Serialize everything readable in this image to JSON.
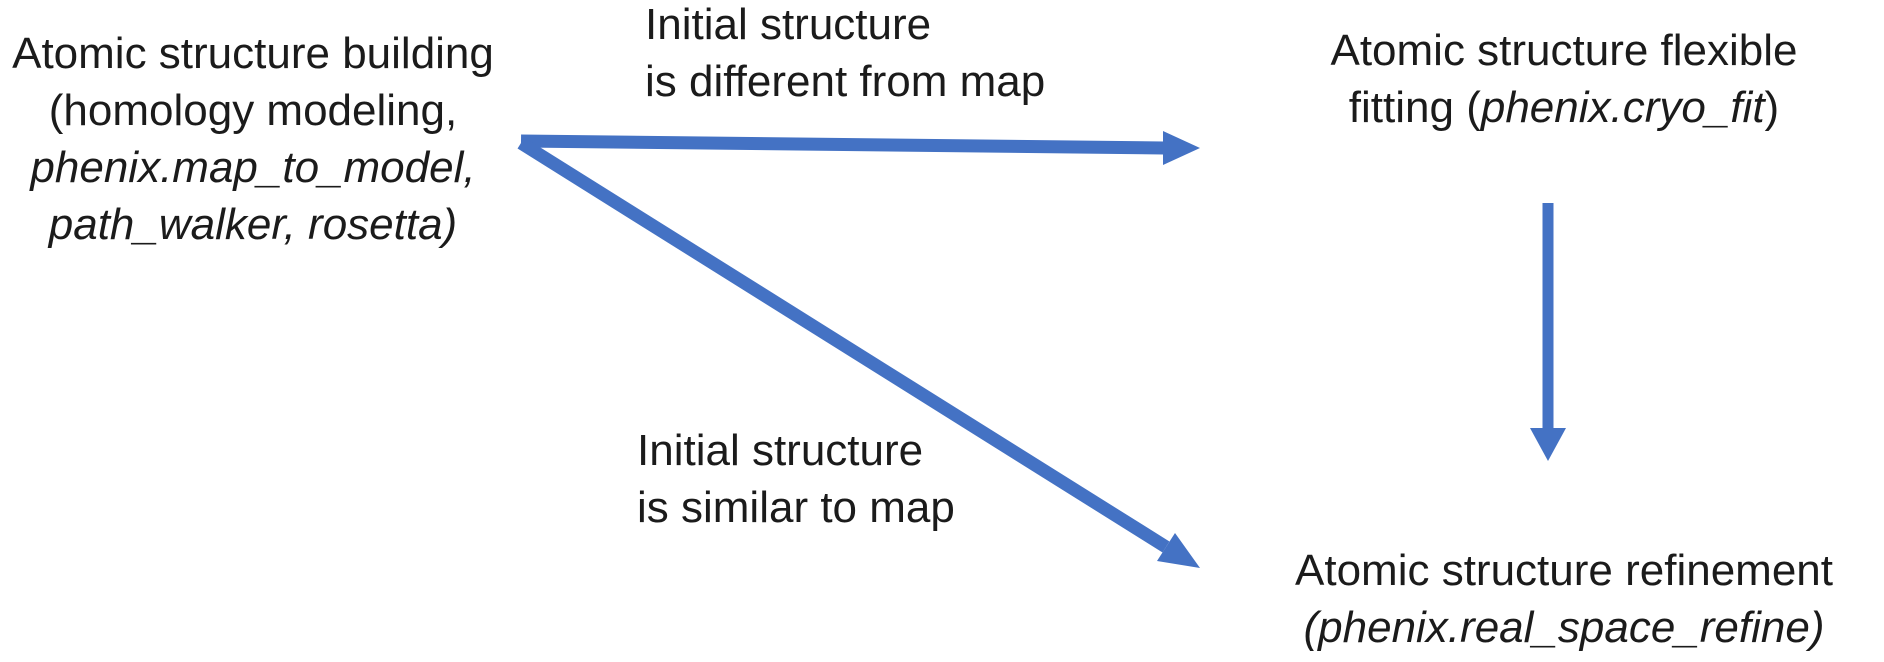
{
  "diagram": {
    "nodes": {
      "building": {
        "line1": "Atomic structure building",
        "line2": "(homology modeling,",
        "line3": "phenix.map_to_model,",
        "line4": "path_walker, rosetta)"
      },
      "flexible_fitting": {
        "line1": "Atomic structure flexible",
        "line2_prefix": "fitting (",
        "line2_italic": "phenix.cryo_fit",
        "line2_suffix": ")"
      },
      "refinement": {
        "line1": "Atomic structure refinement",
        "line2": "(phenix.real_space_refine)"
      }
    },
    "edge_labels": {
      "different": {
        "line1": "Initial structure",
        "line2": "is different from map"
      },
      "similar": {
        "line1": "Initial structure",
        "line2": "is similar to map"
      }
    },
    "edges": [
      {
        "name": "building-to-flexible-fitting",
        "direction": "right"
      },
      {
        "name": "building-to-refinement",
        "direction": "down-right"
      },
      {
        "name": "flexible-fitting-to-refinement",
        "direction": "down"
      }
    ]
  },
  "colors": {
    "arrow": "#4472C4",
    "text": "#1b1b1b",
    "background": "#ffffff"
  }
}
